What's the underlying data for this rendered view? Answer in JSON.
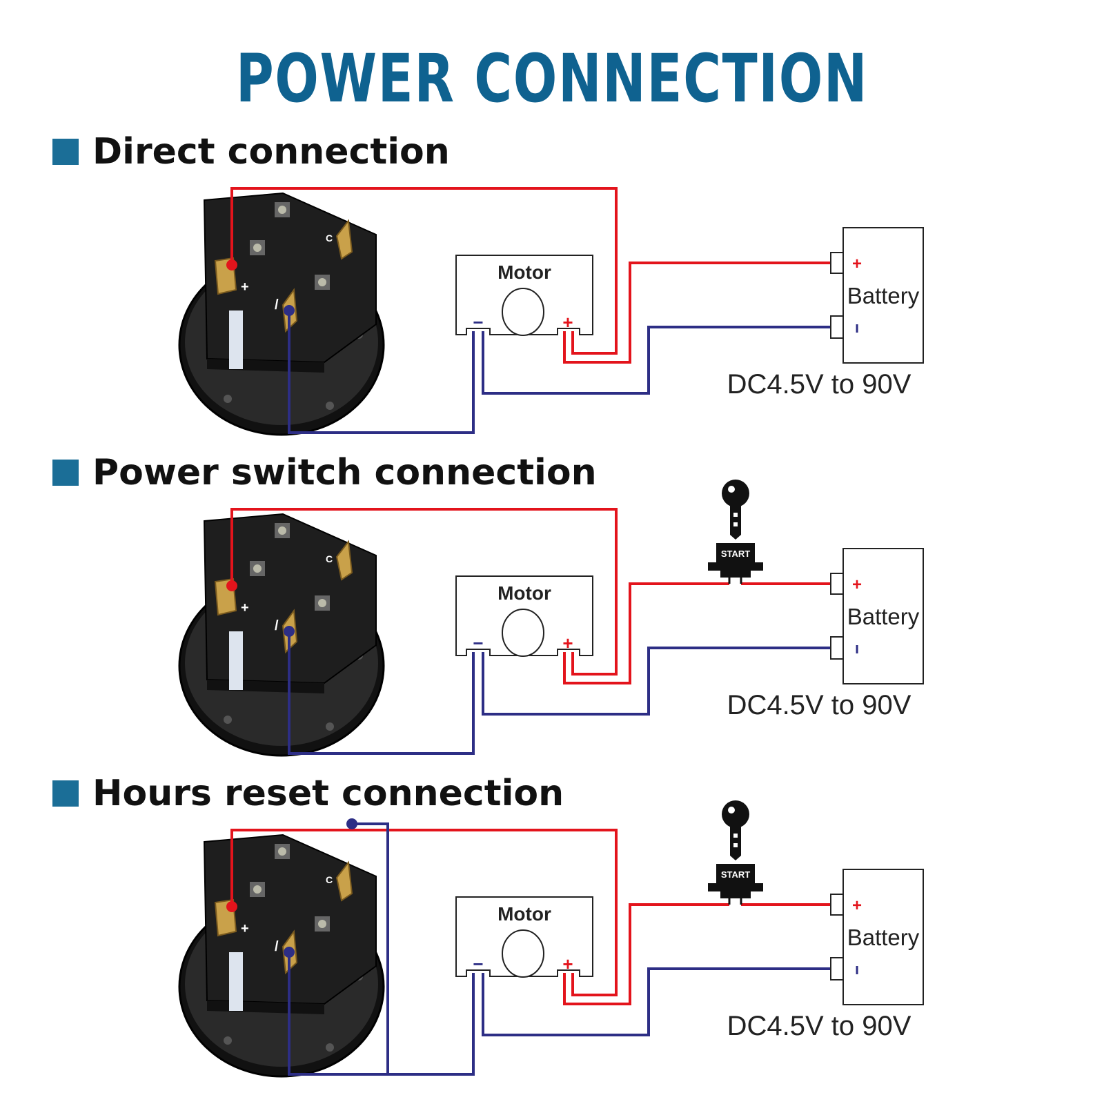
{
  "title": "POWER CONNECTION",
  "sections": [
    {
      "heading": "Direct connection",
      "motor_label": "Motor",
      "battery_label": "Battery",
      "voltage": "DC4.5V to 90V",
      "has_switch": false,
      "has_reset": false
    },
    {
      "heading": "Power switch connection",
      "motor_label": "Motor",
      "battery_label": "Battery",
      "voltage": "DC4.5V to 90V",
      "has_switch": true,
      "switch_label": "START",
      "has_reset": false
    },
    {
      "heading": "Hours reset connection",
      "motor_label": "Motor",
      "battery_label": "Battery",
      "voltage": "DC4.5V to 90V",
      "has_switch": true,
      "switch_label": "START",
      "has_reset": true
    }
  ],
  "symbols": {
    "plus": "+",
    "minus": "−",
    "battery_minus": "ı",
    "reset_terminal": "C"
  },
  "colors": {
    "title": "#0f6290",
    "heading_square": "#1b6e97",
    "positive_wire": "#e3141c",
    "negative_wire": "#2d2e85",
    "meter_body": "#1d1d1d",
    "terminal": "#c9a14a"
  }
}
